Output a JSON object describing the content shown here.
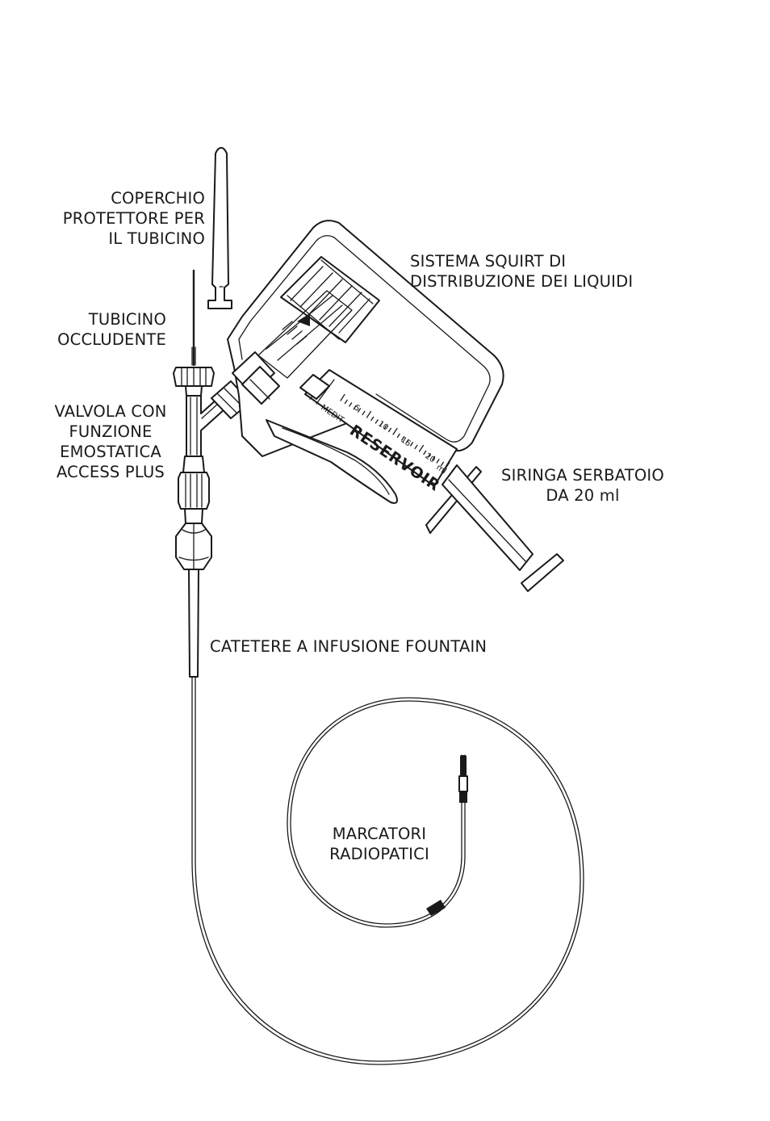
{
  "labels": {
    "cap": [
      "COPERCHIO",
      "PROTETTORE PER",
      "IL TUBICINO"
    ],
    "squirt": [
      "SISTEMA SQUIRT DI",
      "DISTRIBUZIONE DEI LIQUIDI"
    ],
    "occluding": [
      "TUBICINO",
      "OCCLUDENTE"
    ],
    "valve": [
      "VALVOLA CON",
      "FUNZIONE",
      "EMOSTATICA",
      "ACCESS PLUS"
    ],
    "syringe": [
      "SIRINGA SERBATOIO",
      "DA 20 ml"
    ],
    "catheter": [
      "CATETERE A INFUSIONE FOUNTAIN"
    ],
    "markers": [
      "MARCATORI",
      "RADIOPATICI"
    ]
  },
  "syringe_print": {
    "brand": "MEDIT",
    "word": "RESERVOIR",
    "scale": [
      "5",
      "10",
      "15",
      "20"
    ],
    "unit": "ml"
  }
}
